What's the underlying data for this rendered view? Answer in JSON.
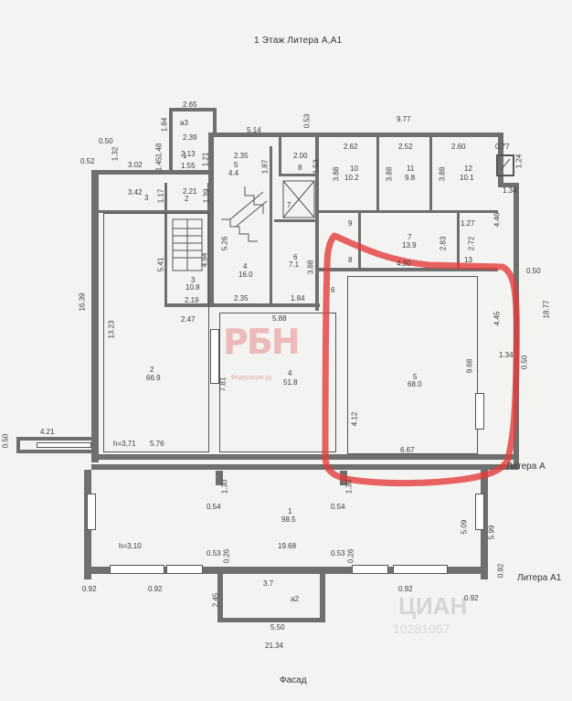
{
  "title": "1 Этаж Литера А,А1",
  "facade": "Фасад",
  "litera_a": "Литера А",
  "litera_a1": "Литера А1",
  "watermarks": {
    "rbn": "РБН",
    "rbn_site": "Федерация.ру",
    "cian": "ЦИАН",
    "cian_id": "10281067"
  },
  "colors": {
    "highlight": "#e23c3c",
    "wall": "#6f6f6f",
    "paper": "#f3f3f1"
  },
  "dims": {
    "d265": "2.65",
    "d184": "1.84",
    "d239": "2.39",
    "d213": "2.13",
    "d121": "1.21",
    "d148": "1.48",
    "d145": "1.45",
    "d155": "1.55",
    "d050a": "0.50",
    "d052": "0.52",
    "d132": "1.32",
    "d302": "3.02",
    "d342": "3.42",
    "d117": "1.17",
    "d221": "2.21",
    "d139": "1.39",
    "d514": "5.14",
    "d053": "0.53",
    "d235a": "2.35",
    "d187": "1.87",
    "d200": "2.00",
    "d153": "1.53",
    "d977": "9.77",
    "d262": "2.62",
    "d252": "2.52",
    "d260": "2.60",
    "d077": "0.77",
    "d124": "1.24",
    "d388a": "3.88",
    "d388b": "3.88",
    "d388c": "3.88",
    "d134a": "1.34",
    "d127": "1.27",
    "d446": "4.46",
    "d283": "2.83",
    "d272": "2.72",
    "d430": "4.30",
    "d050b": "0.50",
    "d1877": "18.77",
    "d541": "5.41",
    "d494": "4.94",
    "d526": "5.26",
    "d388d": "3.88",
    "d219": "2.19",
    "d235b": "2.35",
    "d184b": "1.84",
    "d1639": "16.39",
    "d1323": "13.23",
    "d247": "2.47",
    "d588": "5.88",
    "d781": "7.81",
    "d445": "4.45",
    "d134b": "1.34",
    "d050c": "0.50",
    "d968": "9.68",
    "d412": "4.12",
    "d667": "6.67",
    "d421": "4.21",
    "d050d": "0.50",
    "d371": "h=3,71",
    "d576": "5.76",
    "d130a": "1.30",
    "d130b": "1.30",
    "d054a": "0.54",
    "d054b": "0.54",
    "d509": "5.09",
    "d599": "5.99",
    "d310": "h=3,10",
    "d053b": "0.53",
    "d026a": "0.26",
    "d1968": "19.68",
    "d053c": "0.53",
    "d026b": "0.26",
    "d092a": "0.92",
    "d092b": "0.92",
    "d092c": "0.92",
    "d092d": "0.92",
    "d092e": "0.92",
    "d245": "2.45",
    "d550": "5.50",
    "d2134": "21.34",
    "d37": "3.7"
  },
  "rooms": {
    "r1": {
      "num": "1",
      "area": "98.5"
    },
    "r2": {
      "num": "2",
      "area": "66.9"
    },
    "r3": {
      "num": "3",
      "area": "10.8"
    },
    "r4": {
      "num": "4",
      "area": "16.0"
    },
    "r4b": {
      "num": "4",
      "area": "51.8"
    },
    "r5": {
      "num": "5",
      "area": "4.4"
    },
    "r5b": {
      "num": "5",
      "area": "68.0"
    },
    "r6": {
      "num": "6",
      "area": "7.1"
    },
    "r6b": {
      "num": "6"
    },
    "r7": {
      "num": "7",
      "area": "13.9"
    },
    "r7b": {
      "num": "7"
    },
    "r8": {
      "num": "8"
    },
    "r8b": {
      "num": "8"
    },
    "r9": {
      "num": "9"
    },
    "r10": {
      "num": "10",
      "area": "10.2"
    },
    "r11": {
      "num": "11",
      "area": "9.8"
    },
    "r12": {
      "num": "12",
      "area": "10.1"
    },
    "r13": {
      "num": "13"
    },
    "ra2": {
      "num": "а2"
    },
    "ra3": {
      "num": "а3"
    },
    "r2small": {
      "num": "2"
    },
    "r3small": {
      "num": "3"
    },
    "r1small": {
      "num": "1"
    }
  }
}
